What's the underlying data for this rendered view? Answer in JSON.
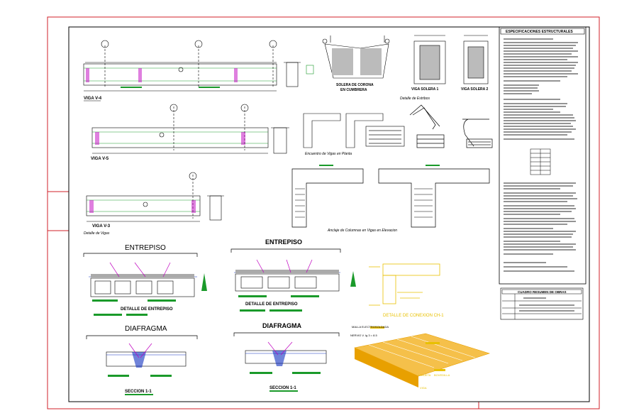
{
  "sheet": {
    "colors": {
      "frame": "#d0202a",
      "ink": "#000000",
      "green": "#1a9a2a",
      "yellow": "#e8c000",
      "magenta": "#c000c0",
      "blue": "#1030c0"
    }
  },
  "labels": {
    "viga_v4": "VIGA V-4",
    "viga_v5": "VIGA V-5",
    "viga_v3": "VIGA V-3",
    "detalle_vigas": "Detalle de Vigas",
    "solera_corona": "SOLERA DE CORONA",
    "en_cumbrera": "EN CUMBRERA",
    "viga_solera_1": "VIGA SOLERA 1",
    "viga_solera_2": "VIGA SOLERA 2",
    "detalle_estribos": "Detalle de Estribos",
    "encuentro_vigas": "Encuentro de Vigas en Planta",
    "anclaje": "Anclaje de Columnas en Vigas en Elevacion",
    "entrepiso_1": "ENTREPISO",
    "entrepiso_2": "ENTREPISO",
    "detalle_entrepiso_1": "DETALLE DE ENTREPISO",
    "detalle_entrepiso_2": "DETALLE DE ENTREPISO",
    "diafragma_1": "DIAFRAGMA",
    "diafragma_2": "DIAFRAGMA",
    "seccion_1": "SECCION 1-1",
    "seccion_2": "SECCION 1-1",
    "detalle_conexion": "DETALLE DE CONEXION CH-1",
    "malla": "MALLA ELECTROSOLDADA",
    "nervio": "NERVIO V. Ig 3 = 8.5",
    "vigueta": "VIGUETA",
    "bovedilla": "BOVEDILLA",
    "vigueta_bottom": "VIGA"
  },
  "specs": {
    "title": "ESPECIFICACIONES ESTRUCTURALES"
  },
  "table": {
    "title": "CUADRO RESUMEN DE OBRAS"
  }
}
